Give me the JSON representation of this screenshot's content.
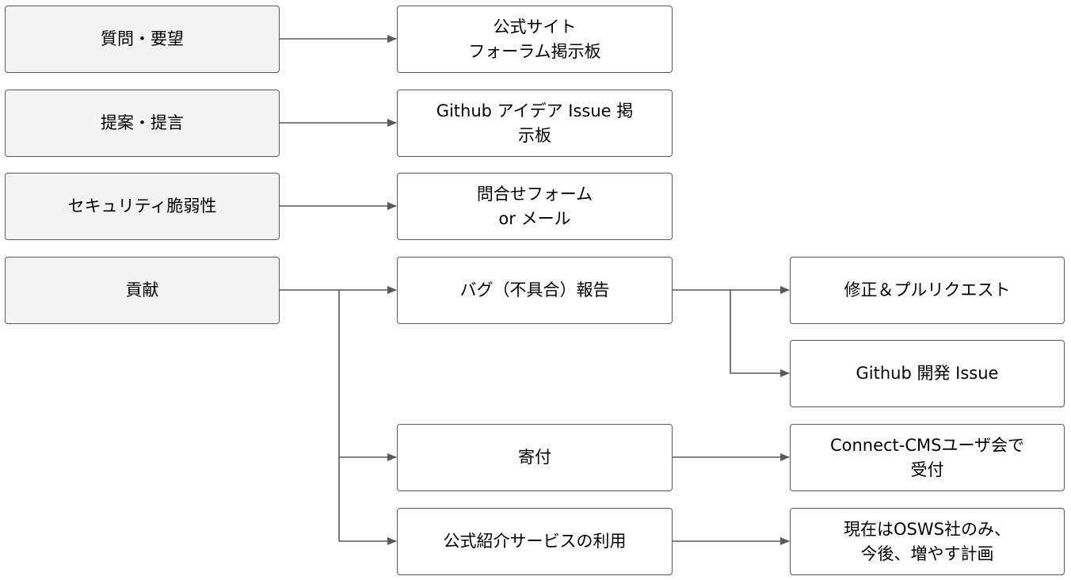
{
  "colors": {
    "border": "#595959",
    "category_fill": "#f3f3f3",
    "box_fill": "#ffffff",
    "text": "#000000"
  },
  "nodes": {
    "question": "質問・要望",
    "official_forum": "公式サイト\nフォーラム掲示板",
    "proposal": "提案・提言",
    "github_idea": "Github アイデア Issue 掲\n示板",
    "security": "セキュリティ脆弱性",
    "contact": "問合せフォーム\nor メール",
    "contribution": "貢献",
    "bug_report": "バグ（不具合）報告",
    "fix_pr": "修正＆プルリクエスト",
    "github_dev": "Github 開発 Issue",
    "donation": "寄付",
    "user_group": "Connect-CMSユーザ会で\n受付",
    "official_intro": "公式紹介サービスの利用",
    "osws": "現在はOSWS社のみ、\n今後、増やす計画"
  }
}
